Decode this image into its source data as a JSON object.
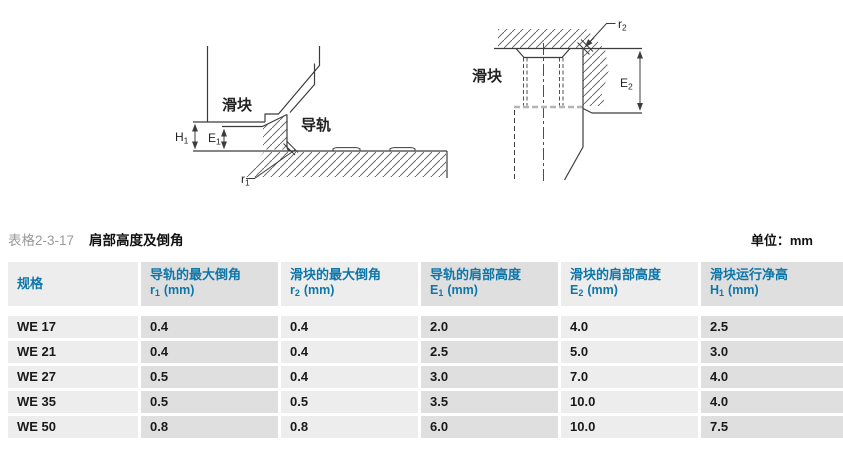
{
  "diagram_left": {
    "slider_label": "滑块",
    "rail_label": "导轨",
    "h1_sym": "H",
    "h1_sub": "1",
    "e1_sym": "E",
    "e1_sub": "1",
    "r1_sym": "r",
    "r1_sub": "1"
  },
  "diagram_right": {
    "slider_label": "滑块",
    "r2_sym": "r",
    "r2_sub": "2",
    "e2_sym": "E",
    "e2_sub": "2"
  },
  "caption": {
    "table_no": "表格2-3-17",
    "title": "肩部高度及倒角",
    "unit": "单位：mm"
  },
  "table": {
    "columns": [
      {
        "zh": "规格"
      },
      {
        "zh": "导轨的最大倒角",
        "sym": "r",
        "sub": "1",
        "rest": "(mm)"
      },
      {
        "zh": "滑块的最大倒角",
        "sym": "r",
        "sub": "2",
        "rest": "(mm)"
      },
      {
        "zh": "导轨的肩部高度",
        "sym": "E",
        "sub": "1",
        "rest": "(mm)"
      },
      {
        "zh": "滑块的肩部高度",
        "sym": "E",
        "sub": "2",
        "rest": "(mm)"
      },
      {
        "zh": "滑块运行净高",
        "sym": "H",
        "sub": "1",
        "rest": "(mm)"
      }
    ],
    "rows": [
      {
        "spec": "WE 17",
        "values": [
          "0.4",
          "0.4",
          "2.0",
          "4.0",
          "2.5"
        ]
      },
      {
        "spec": "WE 21",
        "values": [
          "0.4",
          "0.4",
          "2.5",
          "5.0",
          "3.0"
        ]
      },
      {
        "spec": "WE 27",
        "values": [
          "0.5",
          "0.4",
          "3.0",
          "7.0",
          "4.0"
        ]
      },
      {
        "spec": "WE 35",
        "values": [
          "0.5",
          "0.5",
          "3.5",
          "10.0",
          "4.0"
        ]
      },
      {
        "spec": "WE 50",
        "values": [
          "0.8",
          "0.8",
          "6.0",
          "10.0",
          "7.5"
        ]
      }
    ]
  },
  "colors": {
    "header_text": "#0f76a8",
    "body_text": "#191919",
    "column_light": "#ededed",
    "column_dark": "#dfdfdf",
    "caption_grey": "#9a9a9a",
    "line": "#3c3c3c"
  }
}
